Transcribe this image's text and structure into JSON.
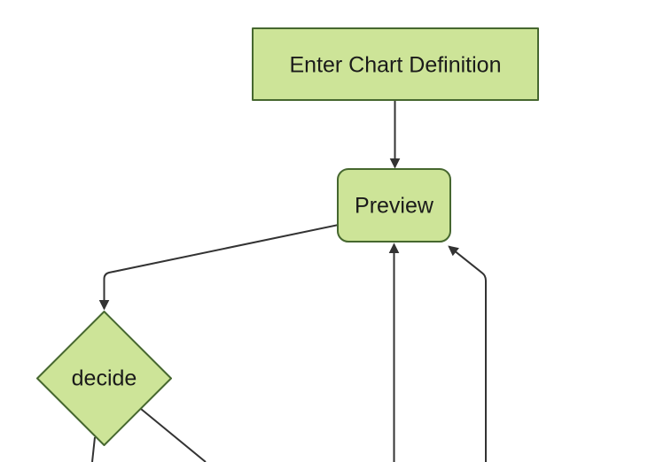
{
  "diagram": {
    "type": "flowchart",
    "direction": "top-down",
    "nodes": [
      {
        "id": "A",
        "label": "Enter Chart Definition",
        "shape": "rectangle"
      },
      {
        "id": "B",
        "label": "Preview",
        "shape": "rounded-rectangle"
      },
      {
        "id": "C",
        "label": "decide",
        "shape": "diamond"
      }
    ],
    "edges": [
      {
        "from": "A",
        "to": "B",
        "arrowhead": true,
        "description": "vertical arrow from Enter Chart Definition down into top of Preview"
      },
      {
        "from": "B",
        "to": "C",
        "arrowhead": true,
        "description": "arrow from lower-left of Preview, bending down into top of decide diamond"
      },
      {
        "from": "offscreen-bottom",
        "to": "B",
        "arrowhead": true,
        "description": "vertical arrow from bottom edge of canvas up into bottom of Preview"
      },
      {
        "from": "offscreen-bottom-right",
        "to": "B",
        "arrowhead": true,
        "description": "line from bottom edge of canvas up, bending into bottom-right corner of Preview"
      },
      {
        "from": "C",
        "to": "offscreen-bottom-left",
        "arrowhead": false,
        "description": "line leaving lower-left edge of decide diamond, cut off at canvas bottom"
      },
      {
        "from": "C",
        "to": "offscreen-bottom-right",
        "arrowhead": false,
        "description": "line leaving lower-right edge of decide diamond, cut off at canvas bottom"
      }
    ],
    "colors": {
      "node_fill": "#cde498",
      "node_border": "#46672f",
      "edge": "#333333",
      "label_text": "#1a1a1a",
      "background": "#ffffff"
    }
  }
}
